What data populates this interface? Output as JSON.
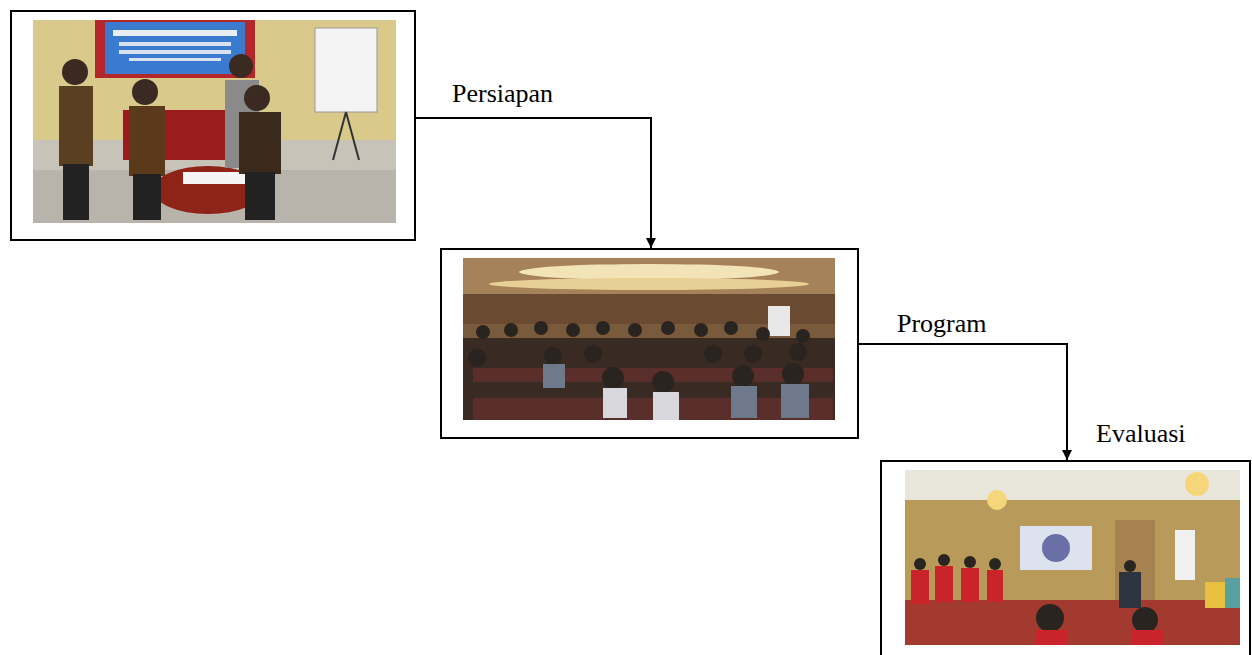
{
  "diagram": {
    "nodes": [
      {
        "text": []
      },
      {
        "text": []
      },
      {
        "text": []
      }
    ],
    "edges": [
      {
        "from": 0,
        "to": 1,
        "label": "Persiapan",
        "arrow": "to"
      },
      {
        "from": 1,
        "to": 2,
        "label": "Program",
        "arrow": "to"
      }
    ],
    "labels": [
      "Evaluasi"
    ]
  }
}
